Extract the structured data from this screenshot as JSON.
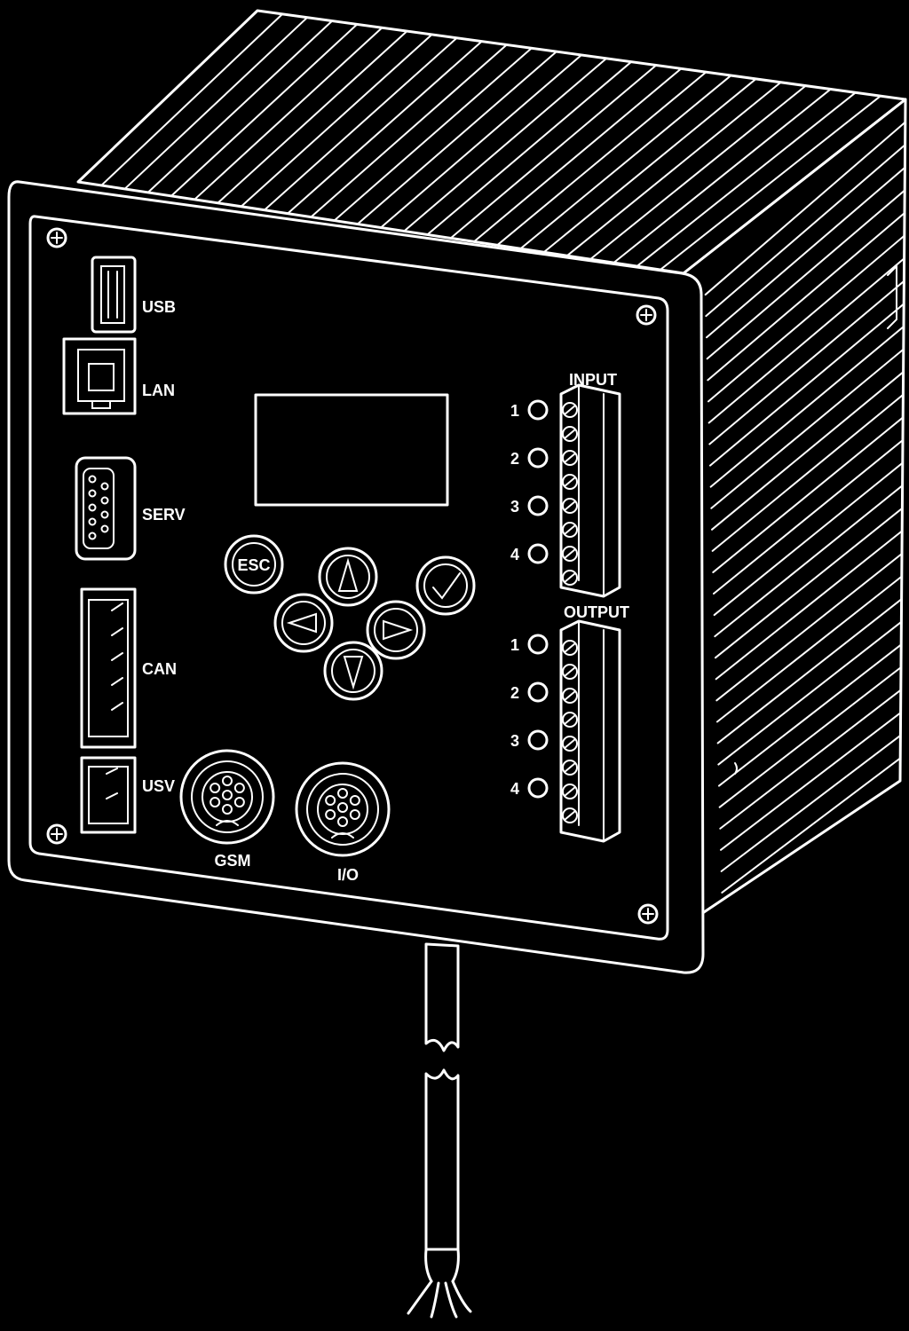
{
  "labels": {
    "usb": "USB",
    "lan": "LAN",
    "serv": "SERV",
    "can": "CAN",
    "usv": "USV",
    "gsm": "GSM",
    "io": "I/O",
    "input": "INPUT",
    "output": "OUTPUT",
    "esc": "ESC"
  },
  "input_numbers": [
    "1",
    "2",
    "3",
    "4"
  ],
  "output_numbers": [
    "1",
    "2",
    "3",
    "4"
  ],
  "colors": {
    "background": "#000000",
    "line": "#ffffff"
  },
  "icons": {
    "up": "triangle-up-icon",
    "down": "triangle-down-icon",
    "left": "triangle-left-icon",
    "right": "triangle-right-icon",
    "ok": "checkmark-icon"
  }
}
